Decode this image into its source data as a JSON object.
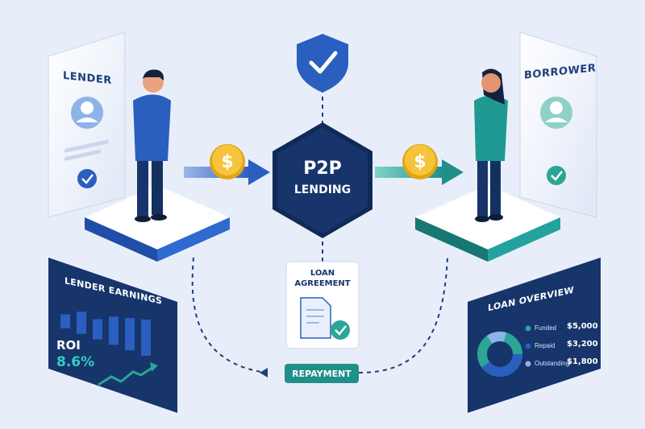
{
  "lender_card": {
    "title": "LENDER"
  },
  "borrower_card": {
    "title": "BORROWER"
  },
  "hub": {
    "line1": "P2P",
    "line2": "LENDING"
  },
  "agreement": {
    "line1": "LOAN",
    "line2": "AGREEMENT"
  },
  "repayment": {
    "label": "REPAYMENT"
  },
  "earnings_panel": {
    "title": "LENDER EARNINGS",
    "roi_label": "ROI",
    "roi_value": "8.6%",
    "bar_levels": [
      0.35,
      0.55,
      0.5,
      0.7,
      0.8,
      0.9
    ]
  },
  "overview_panel": {
    "title": "LOAN OVERVIEW",
    "rows": [
      {
        "label": "Funded",
        "value": "$5,000"
      },
      {
        "label": "Repaid",
        "value": "$3,200"
      },
      {
        "label": "Outstanding",
        "value": "$1,800"
      }
    ]
  },
  "colors": {
    "background": "#e8eef9",
    "navy": "#17356b",
    "blue": "#2a5fc0",
    "teal": "#1f8f8a",
    "coin": "#f2b81b",
    "check_green": "#2aa596"
  },
  "icons": [
    "shield-check-icon",
    "dollar-coin-icon",
    "document-check-icon",
    "check-icon",
    "user-avatar-icon"
  ]
}
